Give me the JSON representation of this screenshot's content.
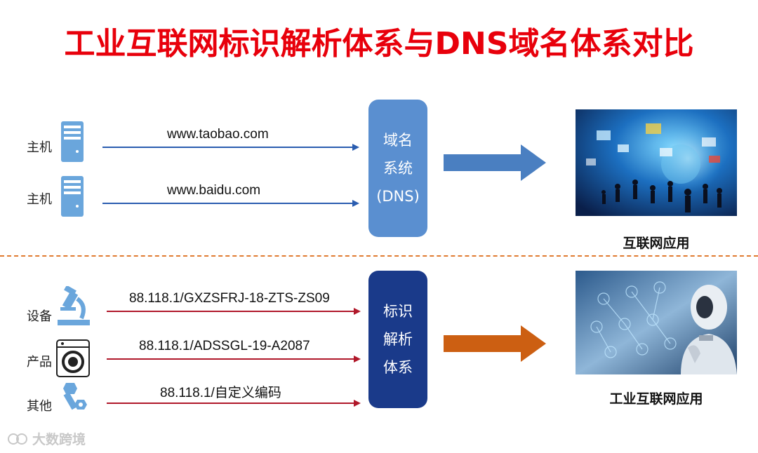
{
  "title": "工业互联网标识解析体系与DNS域名体系对比",
  "top": {
    "rows": [
      {
        "label": "主机",
        "icon": "server-icon",
        "url": "www.taobao.com"
      },
      {
        "label": "主机",
        "icon": "server-icon",
        "url": "www.baidu.com"
      }
    ],
    "box_lines": [
      "域名",
      "系统",
      "(DNS)"
    ],
    "caption": "互联网应用",
    "arrow_color": "#4a7fc1",
    "line_color": "#2a5db0"
  },
  "bottom": {
    "rows": [
      {
        "label": "设备",
        "icon": "microscope-icon",
        "url": "88.118.1/GXZSFRJ-18-ZTS-ZS09"
      },
      {
        "label": "产品",
        "icon": "washing-machine-icon",
        "url": "88.118.1/ADSSGL-19-A2087"
      },
      {
        "label": "其他",
        "icon": "bolt-nut-icon",
        "url": "88.118.1/自定义编码"
      }
    ],
    "box_lines": [
      "标识",
      "解析",
      "体系"
    ],
    "caption": "工业互联网应用",
    "arrow_color": "#cc5f12",
    "line_color": "#b0182a"
  },
  "watermark": "大数跨境"
}
